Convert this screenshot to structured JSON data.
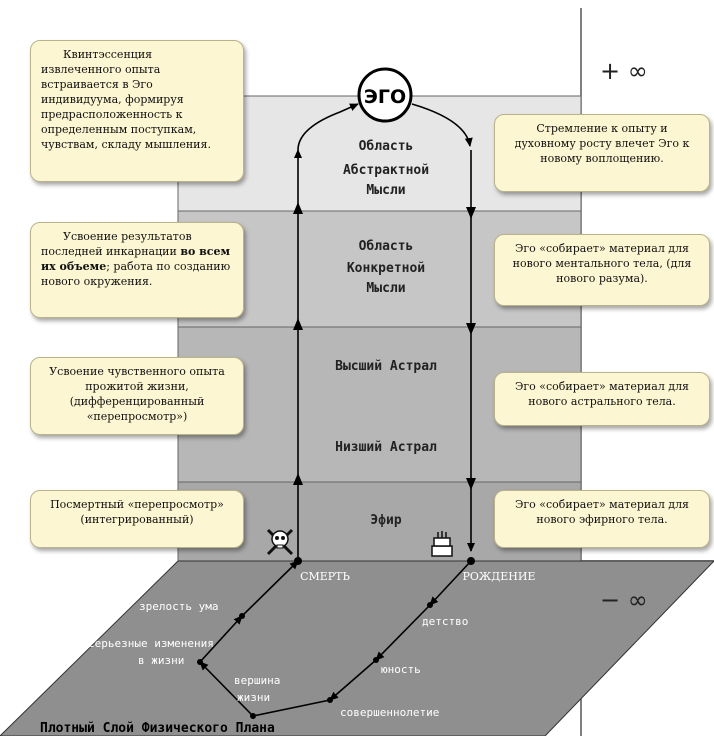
{
  "axis": {
    "plus_infinity": "+ ∞",
    "minus_infinity": "− ∞"
  },
  "ego": {
    "label": "ЭГО"
  },
  "zones": {
    "abstract": [
      "Область",
      "Абстрактной",
      "Мысли"
    ],
    "concrete": [
      "Область",
      "Конкретной",
      "Мысли"
    ],
    "astral_high": "Высший Астрал",
    "astral_low": "Низший Астрал",
    "ether": "Эфир"
  },
  "events": {
    "death": "СМЕРТЬ",
    "birth": "РОЖДЕНИЕ"
  },
  "life_stages": {
    "childhood": "детство",
    "youth": "юность",
    "maturity": "совершеннолетие",
    "peak_line1": "вершина",
    "peak_line2": "жизни",
    "changes_line1": "серьезные изменения",
    "changes_line2": "в жизни",
    "wisdom": "зрелость ума"
  },
  "plane_label": "Плотный Слой Физического Плана",
  "left_notes": {
    "n1": "Квинтэссенция извлеченного опыта встраивается в Эго индивидуума, формируя предрасположенность к определенным поступкам, чувствам, складу мышления.",
    "n2_a": "Усвоение результатов последней инкарнации ",
    "n2_b": "во всем их объеме",
    "n2_c": "; работа по созданию нового окружения.",
    "n3": "Усвоение чувственного опыта прожитой жизни, (дифференцированный «перепросмотр»)",
    "n4": "Посмертный «перепросмотр» (интегрированный)"
  },
  "right_notes": {
    "n1": "Стремление к опыту и духовному росту влечет Эго к новому воплощению.",
    "n2": "Эго «собирает» материал для нового ментального тела, (для нового разума).",
    "n3": "Эго «собирает» материал для нового астрального тела.",
    "n4": "Эго «собирает» материал для нового эфирного тела."
  }
}
